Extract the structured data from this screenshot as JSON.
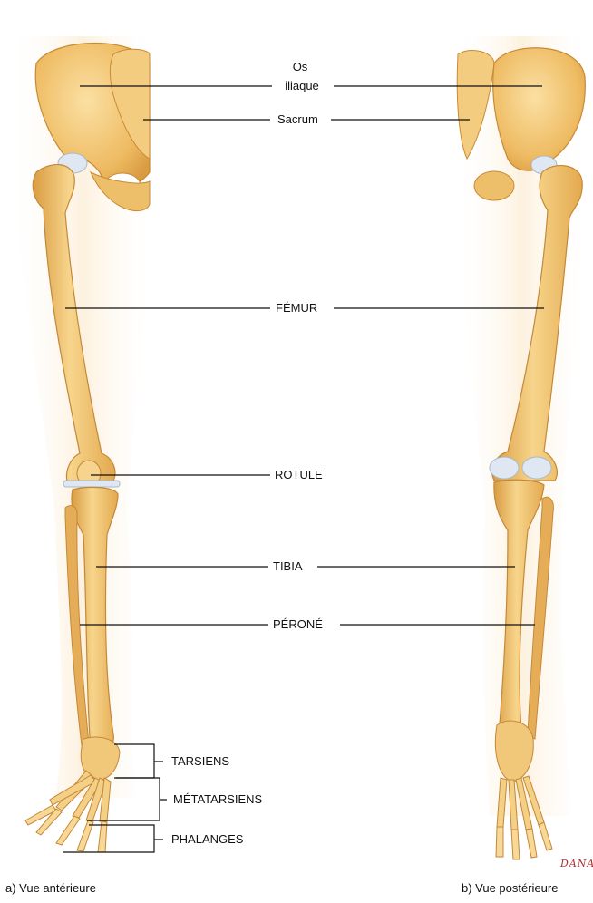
{
  "labels": {
    "os_iliaque_line1": "Os",
    "os_iliaque_line2": "iliaque",
    "sacrum": "Sacrum",
    "femur": "FÉMUR",
    "rotule": "ROTULE",
    "tibia": "TIBIA",
    "perone": "PÉRONÉ",
    "tarsiens": "TARSIENS",
    "metatarsiens": "MÉTATARSIENS",
    "phalanges": "PHALANGES"
  },
  "captions": {
    "anterior": "a) Vue antérieure",
    "posterior": "b) Vue postérieure"
  },
  "artist_signature": "DANA",
  "colors": {
    "bone": "#f2c46a",
    "bone_light": "#f9dc9c",
    "bone_dark": "#d59a3c",
    "cartilage": "#dfe8f2",
    "skin_glow": "#fbe2b8",
    "leader_line": "#111111"
  }
}
